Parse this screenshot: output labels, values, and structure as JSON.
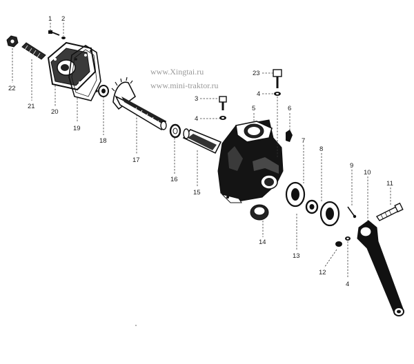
{
  "watermark": {
    "line1": "www.Xingtai.ru",
    "line2": "www.mini-traktor.ru"
  },
  "callouts": [
    {
      "id": "c1",
      "label": "1"
    },
    {
      "id": "c2",
      "label": "2"
    },
    {
      "id": "c3",
      "label": "3"
    },
    {
      "id": "c4a",
      "label": "4"
    },
    {
      "id": "c4b",
      "label": "4"
    },
    {
      "id": "c4c",
      "label": "4"
    },
    {
      "id": "c5",
      "label": "5"
    },
    {
      "id": "c6",
      "label": "6"
    },
    {
      "id": "c7",
      "label": "7"
    },
    {
      "id": "c8",
      "label": "8"
    },
    {
      "id": "c9",
      "label": "9"
    },
    {
      "id": "c10",
      "label": "10"
    },
    {
      "id": "c11",
      "label": "11"
    },
    {
      "id": "c12",
      "label": "12"
    },
    {
      "id": "c13",
      "label": "13"
    },
    {
      "id": "c14",
      "label": "14"
    },
    {
      "id": "c15",
      "label": "15"
    },
    {
      "id": "c16",
      "label": "16"
    },
    {
      "id": "c17",
      "label": "17"
    },
    {
      "id": "c18",
      "label": "18"
    },
    {
      "id": "c19",
      "label": "19"
    },
    {
      "id": "c20",
      "label": "20"
    },
    {
      "id": "c21",
      "label": "21"
    },
    {
      "id": "c22",
      "label": "22"
    },
    {
      "id": "c23",
      "label": "23"
    }
  ]
}
